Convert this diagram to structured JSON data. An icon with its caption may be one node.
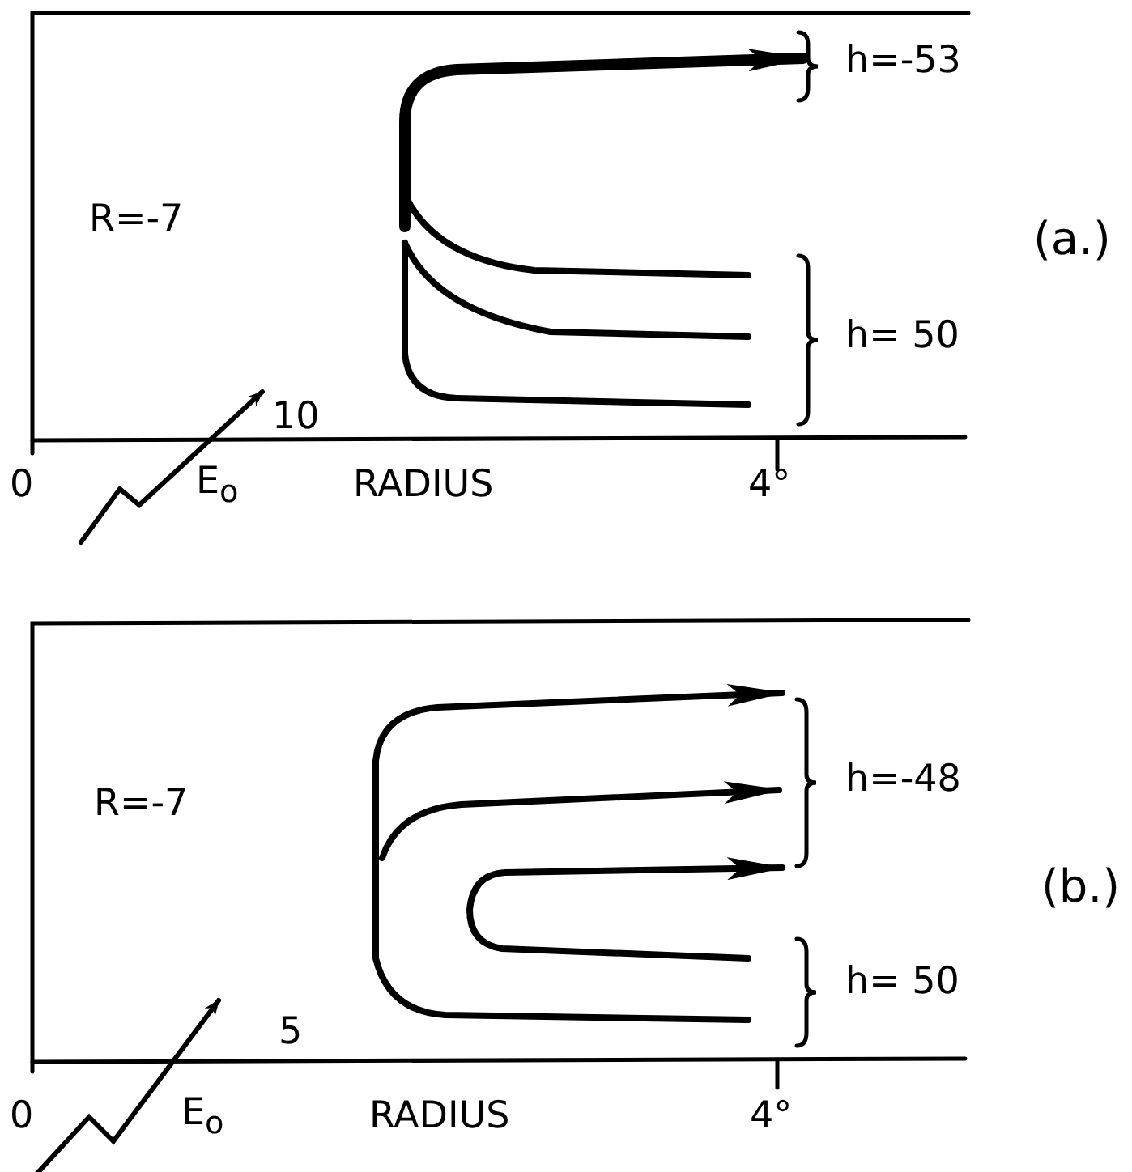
{
  "diagram": {
    "labels": [
      "h=-53",
      "R=-7",
      "(a.)",
      "h= 50",
      "10",
      "0",
      "E$_{o}$",
      "RADIUS",
      "4°",
      "R=-7",
      "h=-48",
      "(b.)",
      "h= 50",
      "5",
      "0",
      "E$_{o}$",
      "RADIUS",
      "4°"
    ]
  }
}
